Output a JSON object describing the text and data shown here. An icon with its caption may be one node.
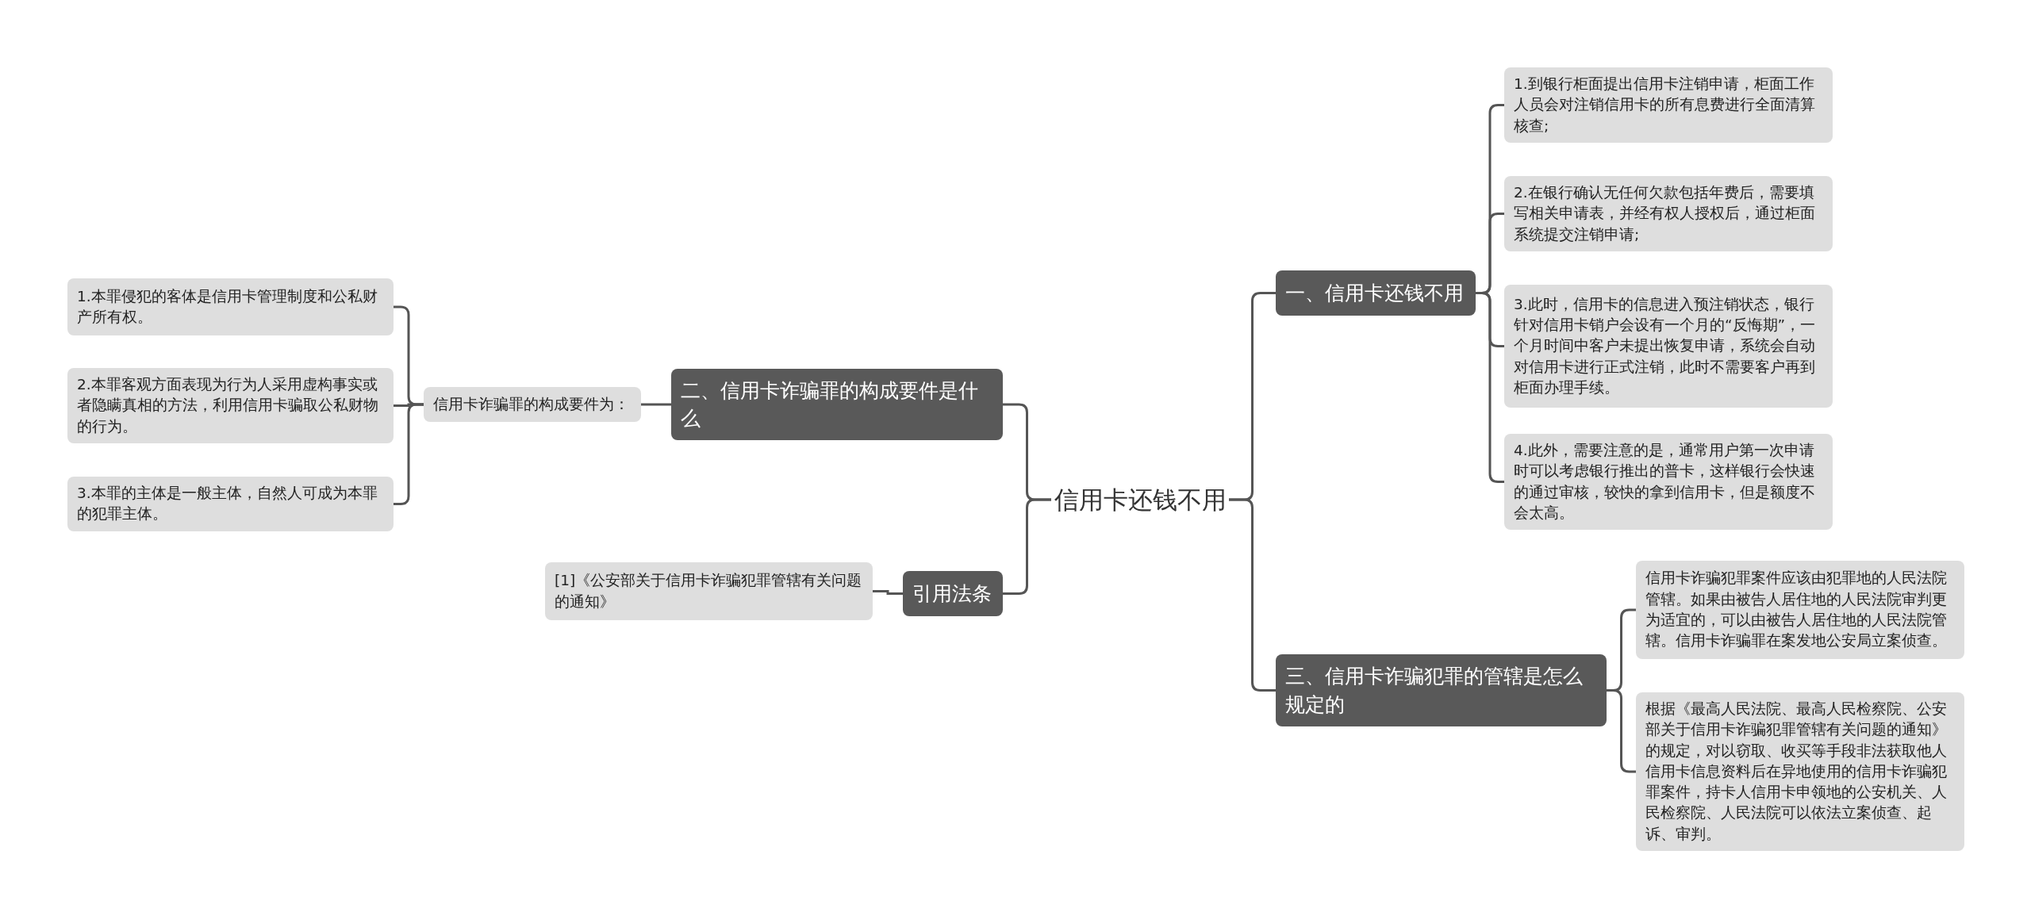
{
  "diagram": {
    "nodes": [
      {
        "text": [
          "信用卡还钱不用"
        ]
      },
      {
        "text": [
          "一、信用卡还钱不用"
        ]
      },
      {
        "text": [
          "1.到银行柜面提出信用卡注销申请，柜面工作人员会对注销信用卡的所有息费进行全面清算核查;"
        ]
      },
      {
        "text": [
          "2.在银行确认无任何欠款包括年费后，需要填写相关申请表，并经有权人授权后，通过柜面系统提交注销申请;"
        ]
      },
      {
        "text": [
          "3.此时，信用卡的信息进入预注销状态，银行针对信用卡销户会设有一个月的“反悔期”，一个月时间中客户未提出恢复申请，系统会自动对信用卡进行正式注销，此时不需要客户再到柜面办理手续。"
        ]
      },
      {
        "text": [
          "4.此外，需要注意的是，通常用户第一次申请时可以考虑银行推出的普卡，这样银行会快速的通过审核，较快的拿到信用卡，但是额度不会太高。"
        ]
      },
      {
        "text": [
          "三、信用卡诈骗犯罪的管辖是怎么规定的"
        ]
      },
      {
        "text": [
          "信用卡诈骗犯罪案件应该由犯罪地的人民法院管辖。如果由被告人居住地的人民法院审判更为适宜的，可以由被告人居住地的人民法院管辖。信用卡诈骗罪在案发地公安局立案侦查。"
        ]
      },
      {
        "text": [
          "根据《最高人民法院、最高人民检察院、公安部关于信用卡诈骗犯罪管辖有关问题的通知》的规定，对以窃取、收买等手段非法获取他人信用卡信息资料后在异地使用的信用卡诈骗犯罪案件，持卡人信用卡申领地的公安机关、人民检察院、人民法院可以依法立案侦查、起诉、审判。"
        ]
      },
      {
        "text": [
          "二、信用卡诈骗罪的构成要件是什么"
        ]
      },
      {
        "text": [
          "信用卡诈骗罪的构成要件为："
        ]
      },
      {
        "text": [
          "1.本罪侵犯的客体是信用卡管理制度和公私财产所有权。"
        ]
      },
      {
        "text": [
          "2.本罪客观方面表现为行为人采用虚构事实或者隐瞒真相的方法，利用信用卡骗取公私财物的行为。"
        ]
      },
      {
        "text": [
          "3.本罪的主体是一般主体，自然人可成为本罪的犯罪主体。"
        ]
      },
      {
        "text": [
          "引用法条"
        ]
      },
      {
        "text": [
          "[1]《公安部关于信用卡诈骗犯罪管辖有关问题的通知》"
        ]
      }
    ],
    "edges": [
      {
        "from": 0,
        "to": 1,
        "arrow": "none"
      },
      {
        "from": 1,
        "to": 2,
        "arrow": "none"
      },
      {
        "from": 1,
        "to": 3,
        "arrow": "none"
      },
      {
        "from": 1,
        "to": 4,
        "arrow": "none"
      },
      {
        "from": 1,
        "to": 5,
        "arrow": "none"
      },
      {
        "from": 0,
        "to": 6,
        "arrow": "none"
      },
      {
        "from": 6,
        "to": 7,
        "arrow": "none"
      },
      {
        "from": 6,
        "to": 8,
        "arrow": "none"
      },
      {
        "from": 0,
        "to": 9,
        "arrow": "none"
      },
      {
        "from": 9,
        "to": 10,
        "arrow": "none"
      },
      {
        "from": 10,
        "to": 11,
        "arrow": "none"
      },
      {
        "from": 10,
        "to": 12,
        "arrow": "none"
      },
      {
        "from": 10,
        "to": 13,
        "arrow": "none"
      },
      {
        "from": 0,
        "to": 14,
        "arrow": "none"
      },
      {
        "from": 14,
        "to": 15,
        "arrow": "none"
      }
    ]
  }
}
